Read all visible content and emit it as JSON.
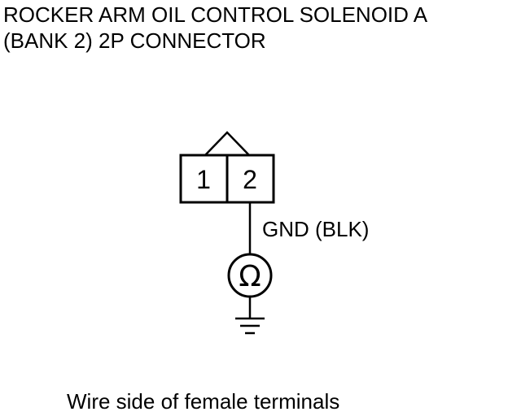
{
  "title": {
    "line1": "ROCKER ARM OIL CONTROL SOLENOID A",
    "line2": "(BANK 2) 2P CONNECTOR"
  },
  "connector": {
    "pins": [
      {
        "label": "1"
      },
      {
        "label": "2"
      }
    ]
  },
  "wire": {
    "label": "GND (BLK)"
  },
  "meter": {
    "symbol": "Ω",
    "icon": "ohmmeter-icon"
  },
  "ground": {
    "icon": "ground-icon"
  },
  "caption": "Wire side of female terminals"
}
